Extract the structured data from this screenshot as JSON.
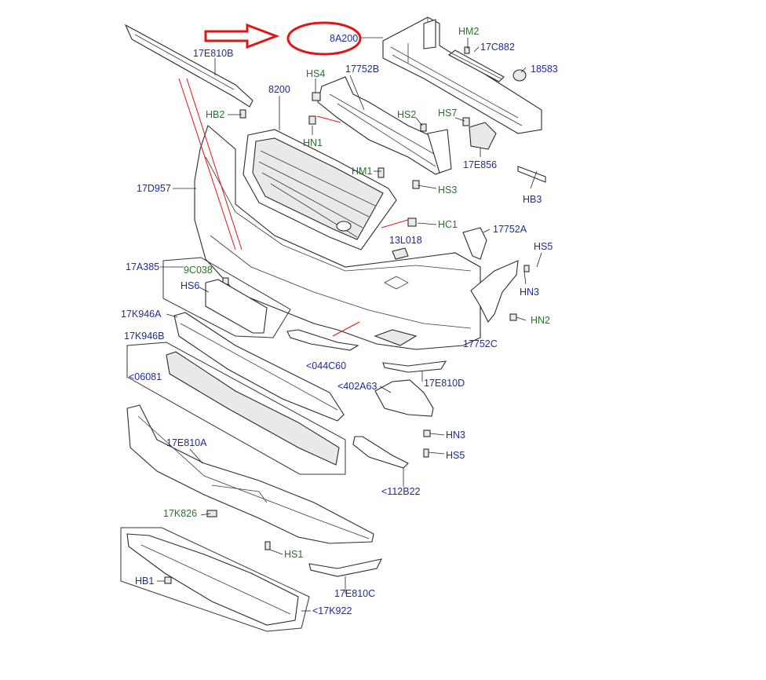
{
  "diagram": {
    "highlight_color": "#e01515",
    "part_label_color": "#1c2aa6",
    "fixing_label_color": "#1f7a1f",
    "highlighted_part": "8A200",
    "part_labels": [
      "17E810B",
      "8200",
      "17752B",
      "17D957",
      "17A385",
      "9C038",
      "HS6",
      "17K946A",
      "17K946B",
      "<06081",
      "17E810A",
      "17K826",
      "HB1",
      "<17K922",
      "8A200",
      "17C882",
      "18583",
      "17E856",
      "HB3",
      "13L018",
      "17752A",
      "17752C",
      "<044C60",
      "17E810D",
      "<402A63",
      "<112B22",
      "17E810C"
    ],
    "fixing_labels": [
      "HB2",
      "HS4",
      "HN1",
      "HM1",
      "HS2",
      "HS7",
      "HS3",
      "HC1",
      "HM2",
      "HS5",
      "HN3",
      "HN2",
      "HN3",
      "HS5",
      "HS1",
      "HB1",
      "17K826",
      "9C038"
    ]
  }
}
